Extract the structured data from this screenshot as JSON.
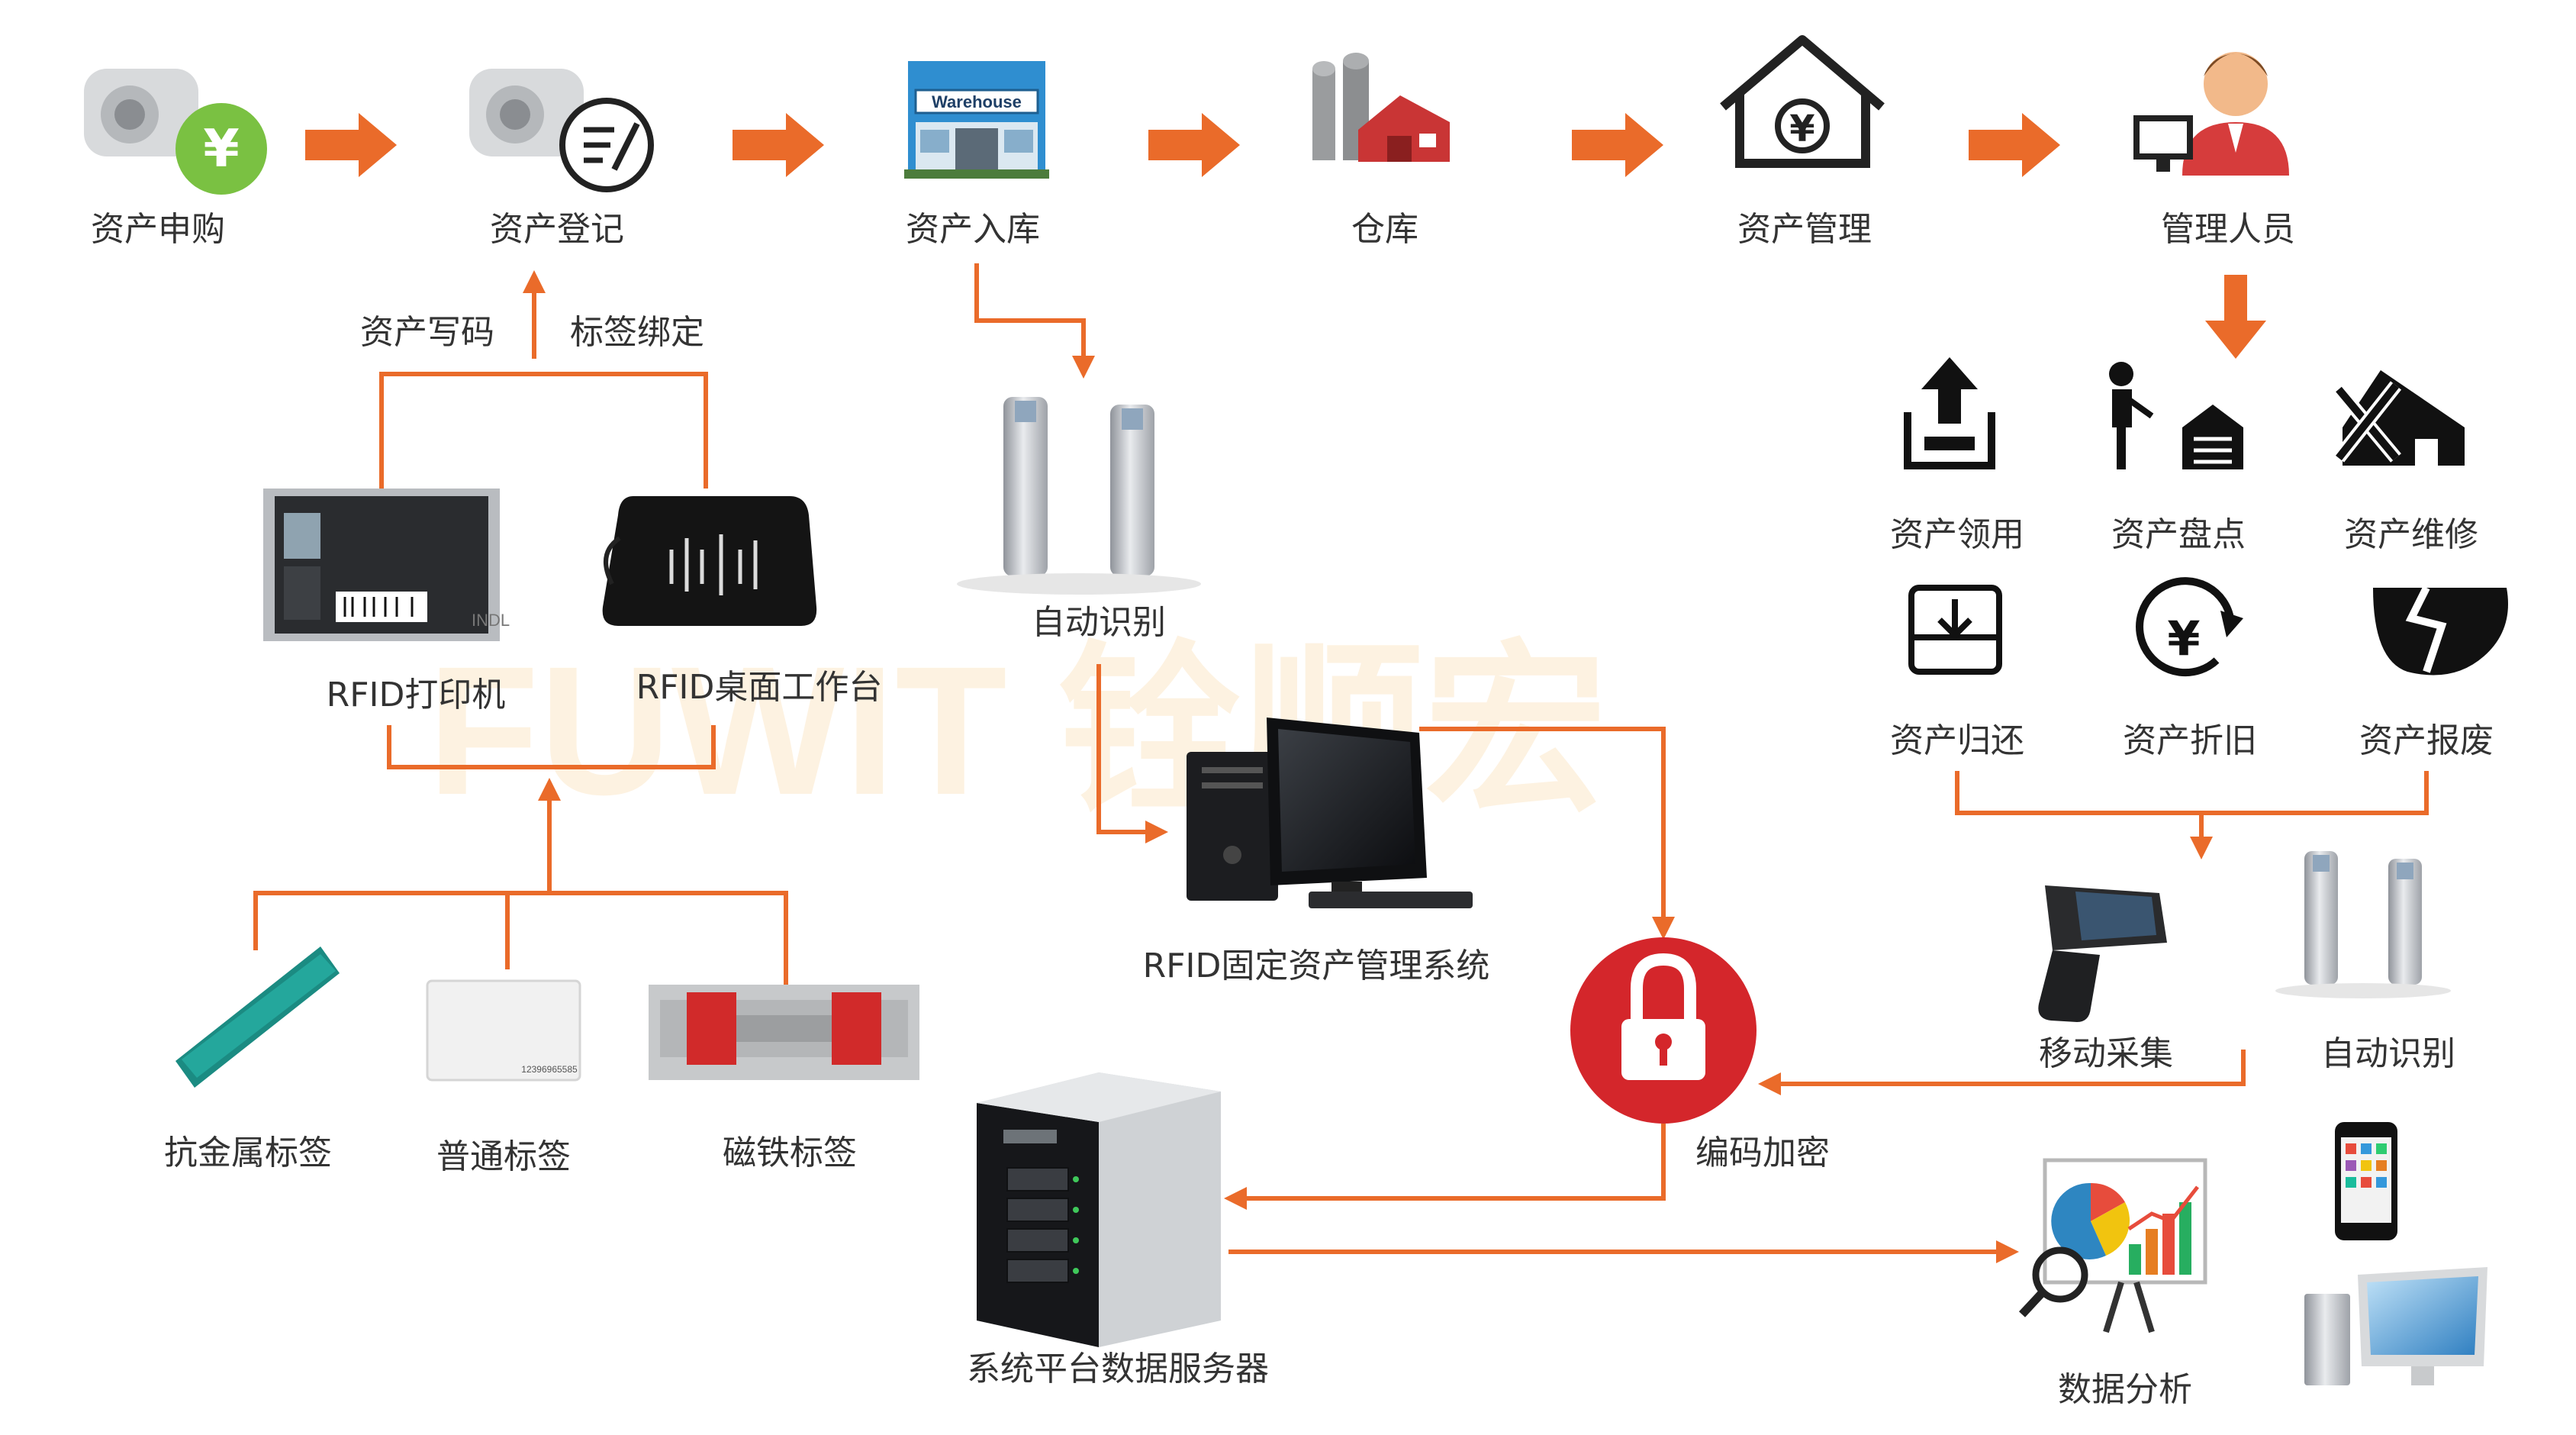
{
  "watermark": "FUWIT 铨顺宏",
  "top_flow": {
    "purchase": "资产申购",
    "register": "资产登记",
    "inbound": "资产入库",
    "warehouse": "仓库",
    "warehouse_sign": "Warehouse",
    "management": "资产管理",
    "manager": "管理人员"
  },
  "register_branch": {
    "write_code": "资产写码",
    "bind_tag": "标签绑定"
  },
  "devices": {
    "printer": "RFID打印机",
    "desktop_station": "RFID桌面工作台",
    "printer_brand": "INDL"
  },
  "tags": {
    "anti_metal": "抗金属标签",
    "normal": "普通标签",
    "normal_tag_number": "12396965585",
    "magnet": "磁铁标签"
  },
  "center": {
    "auto_id": "自动识别",
    "system": "RFID固定资产管理系统",
    "encrypt": "编码加密",
    "server": "系统平台数据服务器"
  },
  "operations": {
    "receive": "资产领用",
    "inventory": "资产盘点",
    "repair": "资产维修",
    "return": "资产归还",
    "depreciation": "资产折旧",
    "scrap": "资产报废"
  },
  "collection": {
    "mobile": "移动采集",
    "auto_id": "自动识别"
  },
  "analysis": {
    "label": "数据分析"
  },
  "colors": {
    "arrow": "#ea6b2a",
    "lock": "#d4262b",
    "coin": "#7ac142",
    "text": "#333333"
  }
}
